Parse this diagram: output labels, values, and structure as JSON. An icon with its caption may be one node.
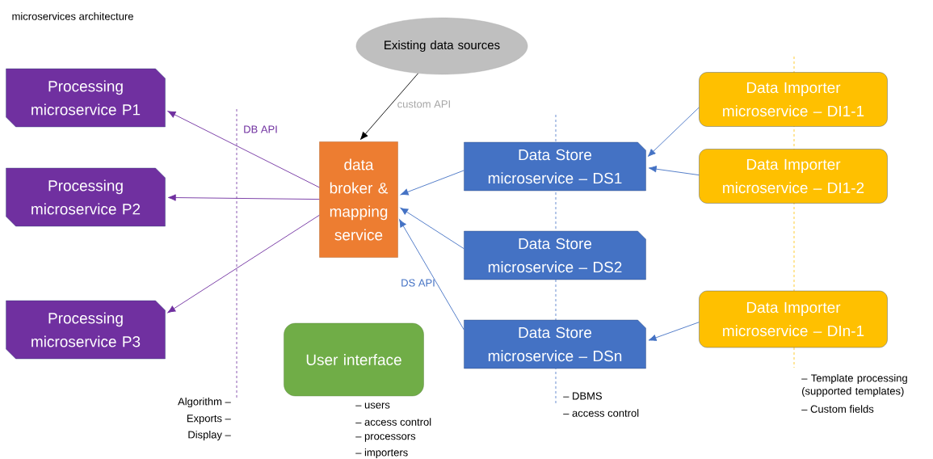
{
  "diagram": {
    "title": "microservices architecture",
    "nodes": [
      {
        "text": [
          "Existing data sources"
        ]
      },
      {
        "text": [
          "Processing microservice P1"
        ]
      },
      {
        "text": [
          "Processing microservice P2"
        ]
      },
      {
        "text": [
          "Processing microservice P3"
        ]
      },
      {
        "text": [
          "data broker & mapping service"
        ]
      },
      {
        "text": [
          "User interface"
        ]
      },
      {
        "text": [
          "Data Store microservice – DS1"
        ]
      },
      {
        "text": [
          "Data Store microservice – DS2"
        ]
      },
      {
        "text": [
          "Data Store microservice – DSn"
        ]
      },
      {
        "text": [
          "Data Importer microservice – DI1-1"
        ]
      },
      {
        "text": [
          "Data Importer microservice – DI1-2"
        ]
      },
      {
        "text": [
          "Data Importer microservice – DIn-1"
        ]
      }
    ],
    "edges": [
      {
        "from": 0,
        "to": 4,
        "arrow": "to",
        "label": "custom API",
        "color": "#000000"
      },
      {
        "from": 4,
        "to": 1,
        "arrow": "to",
        "color": "#7030a0"
      },
      {
        "from": 4,
        "to": 2,
        "arrow": "to",
        "color": "#7030a0"
      },
      {
        "from": 4,
        "to": 3,
        "arrow": "to",
        "color": "#7030a0"
      },
      {
        "from": 6,
        "to": 4,
        "arrow": "to",
        "color": "#4472c4"
      },
      {
        "from": 7,
        "to": 4,
        "arrow": "to",
        "color": "#4472c4"
      },
      {
        "from": 8,
        "to": 4,
        "arrow": "to",
        "color": "#4472c4"
      },
      {
        "from": 9,
        "to": 6,
        "arrow": "to",
        "color": "#4472c4"
      },
      {
        "from": 10,
        "to": 6,
        "arrow": "to",
        "color": "#4472c4"
      },
      {
        "from": 11,
        "to": 8,
        "arrow": "to",
        "color": "#4472c4"
      }
    ],
    "labels": [
      "DB API",
      "DS API",
      "Algorithm –",
      "Exports –",
      "Display –",
      "– users",
      "– access control",
      "– processors",
      "– importers",
      "– DBMS",
      "– access control",
      "– Template processing (supported templates)",
      "– Custom fields"
    ]
  }
}
